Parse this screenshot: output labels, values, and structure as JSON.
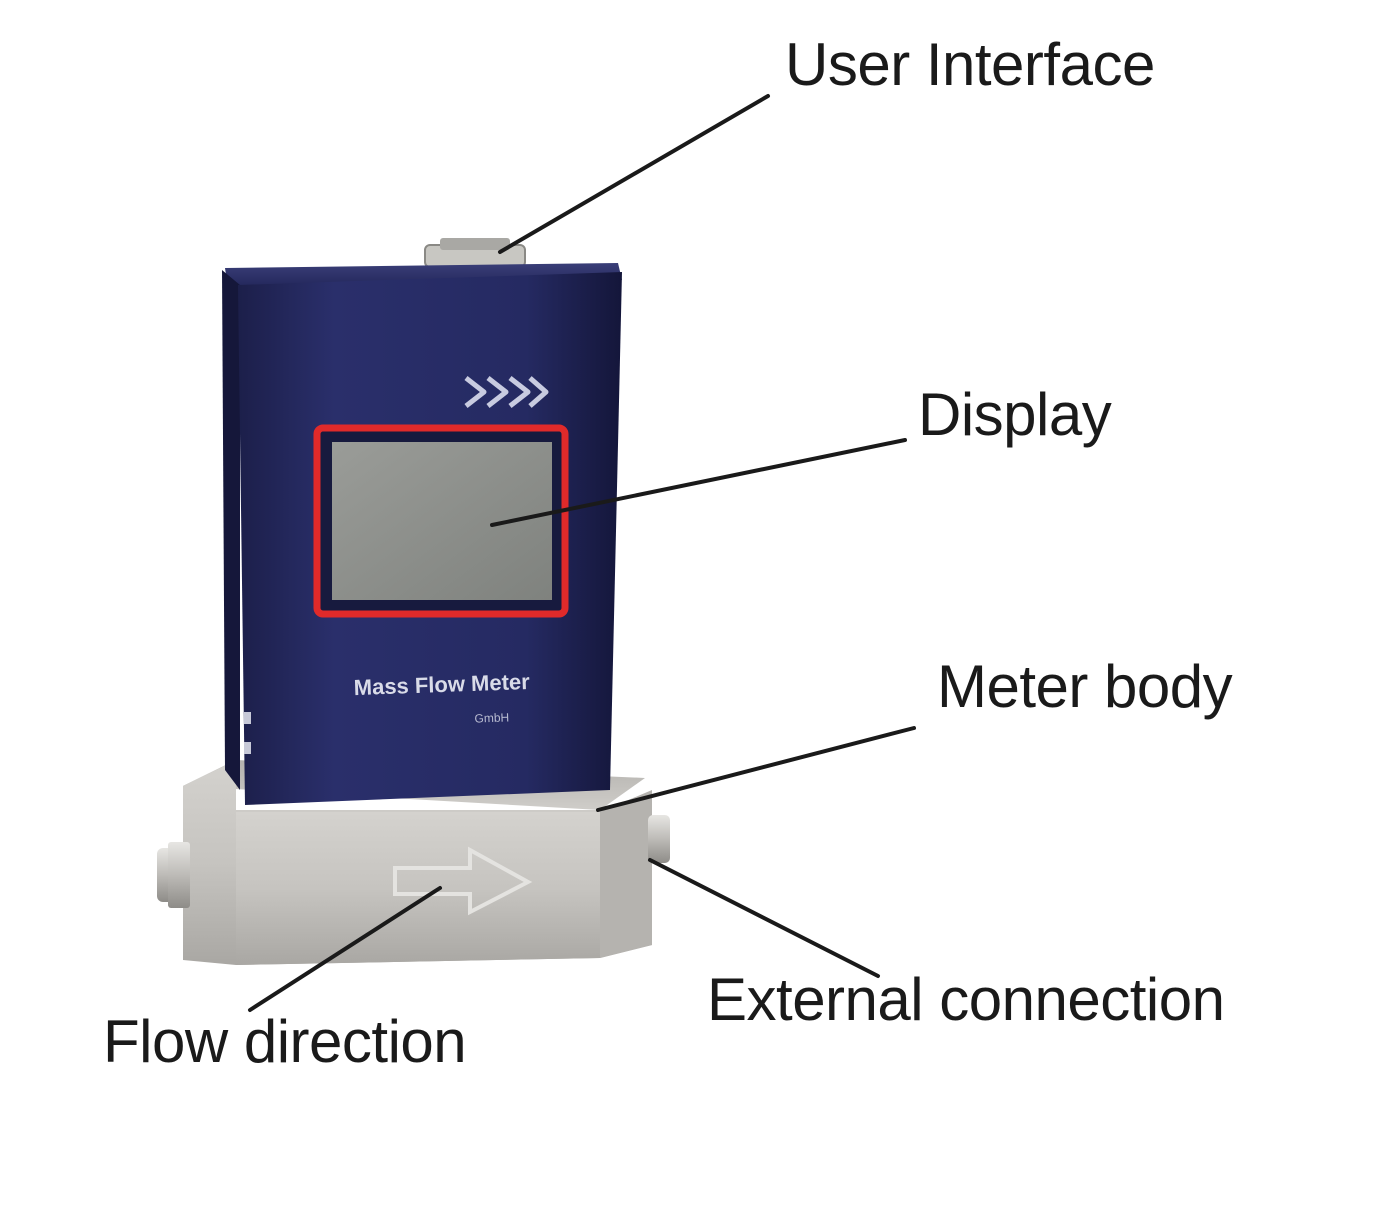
{
  "labels": {
    "user_interface": "User Interface",
    "display": "Display",
    "meter_body": "Meter body",
    "external_connection": "External connection",
    "flow_direction": "Flow direction"
  },
  "device": {
    "front_title": "Mass Flow Meter",
    "front_subtitle": "GmbH"
  },
  "colors": {
    "housing": "#262a62",
    "housing_dark": "#151733",
    "lcd": "#8d908c",
    "lcd_frame": "#e02a2a",
    "base_metal": "#c9c7c3",
    "leader_line": "#1a1a1a"
  }
}
